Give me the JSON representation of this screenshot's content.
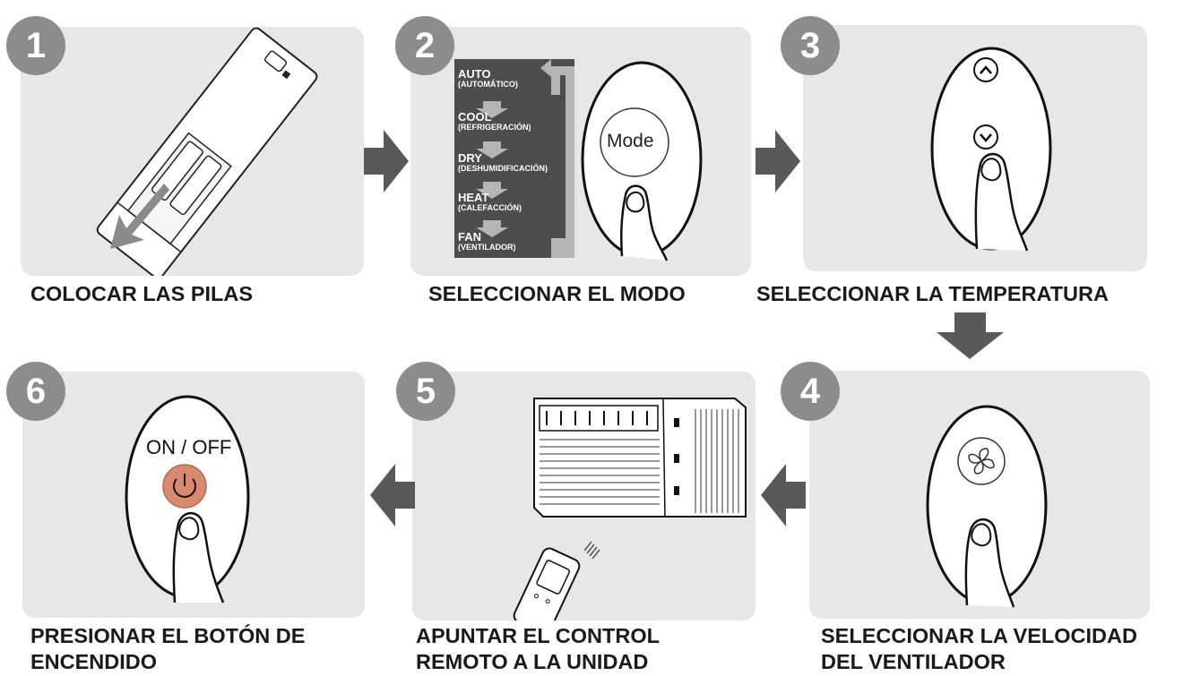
{
  "steps": [
    {
      "number": "1",
      "caption": "COLOCAR LAS PILAS"
    },
    {
      "number": "2",
      "caption": "SELECCIONAR EL MODO"
    },
    {
      "number": "3",
      "caption": "SELECCIONAR LA TEMPERATURA"
    },
    {
      "number": "4",
      "caption_line1": "SELECCIONAR LA VELOCIDAD",
      "caption_line2": "DEL VENTILADOR"
    },
    {
      "number": "5",
      "caption_line1": "APUNTAR EL CONTROL",
      "caption_line2": "REMOTO A LA UNIDAD"
    },
    {
      "number": "6",
      "caption_line1": "PRESIONAR EL BOTÓN DE",
      "caption_line2": "ENCENDIDO"
    }
  ],
  "modes": [
    {
      "name": "AUTO",
      "sub": "(AUTOMÁTICO)"
    },
    {
      "name": "COOL",
      "sub": "(REFRIGERACIÓN)"
    },
    {
      "name": "DRY",
      "sub": "(DESHUMIDIFICACIÓN)"
    },
    {
      "name": "HEAT",
      "sub": "(CALEFACCIÓN)"
    },
    {
      "name": "FAN",
      "sub": "(VENTILADOR)"
    }
  ],
  "mode_button_label": "Mode",
  "power_button_label": "ON / OFF",
  "colors": {
    "panel": "#e6e7e8",
    "badge": "#8c8c8c",
    "arrow": "#595959",
    "power": "#d98a6c"
  }
}
